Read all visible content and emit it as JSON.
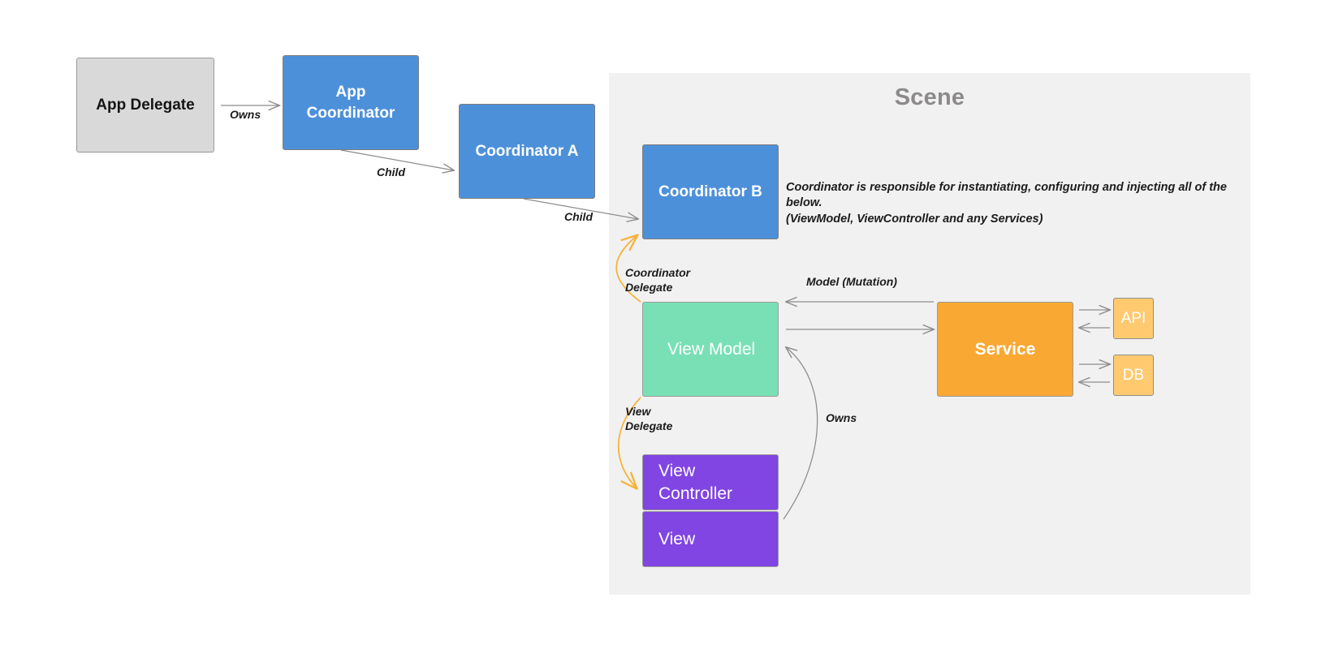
{
  "scene": {
    "title": "Scene"
  },
  "nodes": {
    "app_delegate": "App Delegate",
    "app_coordinator": "App\nCoordinator",
    "coordinator_a": "Coordinator A",
    "coordinator_b": "Coordinator B",
    "view_model": "View Model",
    "view_controller": "View\nController",
    "view": "View",
    "service": "Service",
    "api": "API",
    "db": "DB"
  },
  "notes": {
    "coordinator_note": "Coordinator is responsible for instantiating, configuring and injecting all of the below.\n(ViewModel, ViewController and any Services)"
  },
  "edges": {
    "owns_app": "Owns",
    "child_a": "Child",
    "child_b": "Child",
    "coordinator_delegate": "Coordinator\nDelegate",
    "view_delegate": "View\nDelegate",
    "model_mutation": "Model (Mutation)",
    "owns_view_model": "Owns"
  },
  "colors": {
    "scene_panel": "#f1f1f1",
    "scene_title": "#8c8a8a",
    "app_delegate": "#d9d9d9",
    "coordinator": "#4d90da",
    "view_model": "#79e0b6",
    "view_layer": "#8045e2",
    "service": "#f9a833",
    "service_client": "#ffc970",
    "connector_gray": "#8c8c8c",
    "connector_orange": "#f6b33c"
  }
}
